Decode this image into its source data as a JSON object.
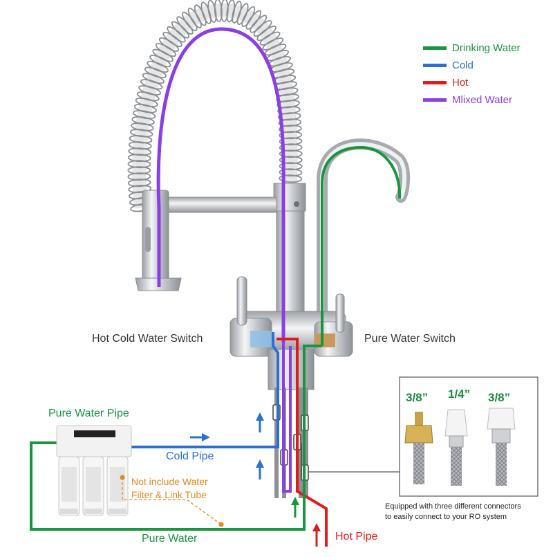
{
  "colors": {
    "drinking": "#17963f",
    "cold": "#2a6fd6",
    "hot": "#e01b1b",
    "mixed": "#8a3de8",
    "note": "#e8861f",
    "chrome": "#b9bcc0"
  },
  "legend": [
    {
      "label": "Drinking Water",
      "color": "#17963f"
    },
    {
      "label": "Cold",
      "color": "#2a6fd6"
    },
    {
      "label": "Hot",
      "color": "#e01b1b"
    },
    {
      "label": "Mlixed Water",
      "color": "#8a3de8"
    }
  ],
  "labels": {
    "hot_cold_switch": "Hot Cold Water Switch",
    "pure_water_switch": "Pure Water Switch",
    "pure_water_pipe": "Pure Water Pipe",
    "cold_pipe": "Cold Pipe",
    "pure_water": "Pure Water",
    "hot_pipe": "Hot Pipe",
    "filter_note_line1": "Not include Water",
    "filter_note_line2": "Filter & Link Tube"
  },
  "connectors": {
    "sizes": [
      "3/8”",
      "1/4”",
      "3/8”"
    ],
    "caption_line1": "Equipped with three different connectors",
    "caption_line2": "to easily connect to your RO system"
  }
}
